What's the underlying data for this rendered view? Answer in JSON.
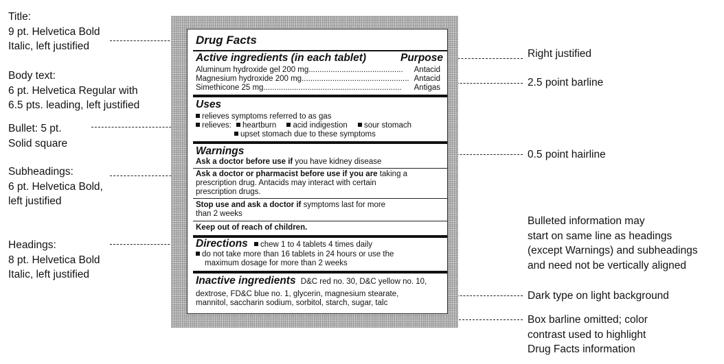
{
  "annotations": {
    "title_spec": [
      "Title:",
      "9 pt. Helvetica Bold",
      "Italic, left justified"
    ],
    "body_spec": [
      "Body text:",
      "6 pt. Helvetica Regular with",
      "6.5 pts. leading, left justified"
    ],
    "bullet_spec": [
      "Bullet: 5 pt.",
      "Solid square"
    ],
    "subheading_spec": [
      "Subheadings:",
      "6 pt. Helvetica Bold,",
      "left justified"
    ],
    "heading_spec": [
      "Headings:",
      "8 pt. Helvetica Bold",
      "Italic, left justified"
    ],
    "right_justified": "Right justified",
    "barline": "2.5 point barline",
    "hairline": "0.5 point hairline",
    "bulleted_info": [
      "Bulleted information may",
      "start on same line as headings",
      "(except Warnings) and subheadings",
      "and need not be vertically aligned"
    ],
    "dark_type": "Dark type on light background",
    "box_barline": [
      "Box barline omitted; color",
      "contrast used to highlight",
      "Drug Facts information"
    ]
  },
  "label": {
    "title": "Drug Facts",
    "active_heading": "Active ingredients (in each tablet)",
    "purpose_heading": "Purpose",
    "ingredients": [
      {
        "name": "Aluminum hydroxide gel  200 mg",
        "dots": "...........................................",
        "purpose": "Antacid"
      },
      {
        "name": "Magnesium hydroxide 200 mg",
        "dots": ".................................................",
        "purpose": "Antacid"
      },
      {
        "name": "Simethicone 25 mg",
        "dots": "...............................................................",
        "purpose": "Antigas"
      }
    ],
    "uses_heading": "Uses",
    "uses_line1": "relieves symptoms referred to as gas",
    "uses_relieves": "relieves:",
    "uses_items": [
      "heartburn",
      "acid indigestion",
      "sour stomach",
      "upset stomach due to these symptoms"
    ],
    "warnings_heading": "Warnings",
    "warn1_bold": "Ask a doctor before use if",
    "warn1_text": " you have kidney disease",
    "warn2_bold": "Ask a doctor or pharmacist before use if you are",
    "warn2_text1": " taking a",
    "warn2_text2": "prescription drug.  Antacids may interact with certain",
    "warn2_text3": "prescription drugs.",
    "warn3_bold": "Stop use and ask a doctor if",
    "warn3_text1": " symptoms last for more",
    "warn3_text2": "than 2 weeks",
    "warn4_bold": "Keep out of reach of children.",
    "directions_heading": "Directions",
    "directions_1": "chew 1 to 4 tablets 4 times daily",
    "directions_2a": "do not take more than 16 tablets in 24 hours or use the",
    "directions_2b": "maximum dosage for more than 2 weeks",
    "inactive_heading": "Inactive ingredients",
    "inactive_1": "D&C red no. 30, D&C yellow no. 10,",
    "inactive_2": "dextrose, FD&C blue no. 1, glycerin, magnesium stearate,",
    "inactive_3": "mannitol, saccharin sodium, sorbitol, starch, sugar, talc"
  }
}
